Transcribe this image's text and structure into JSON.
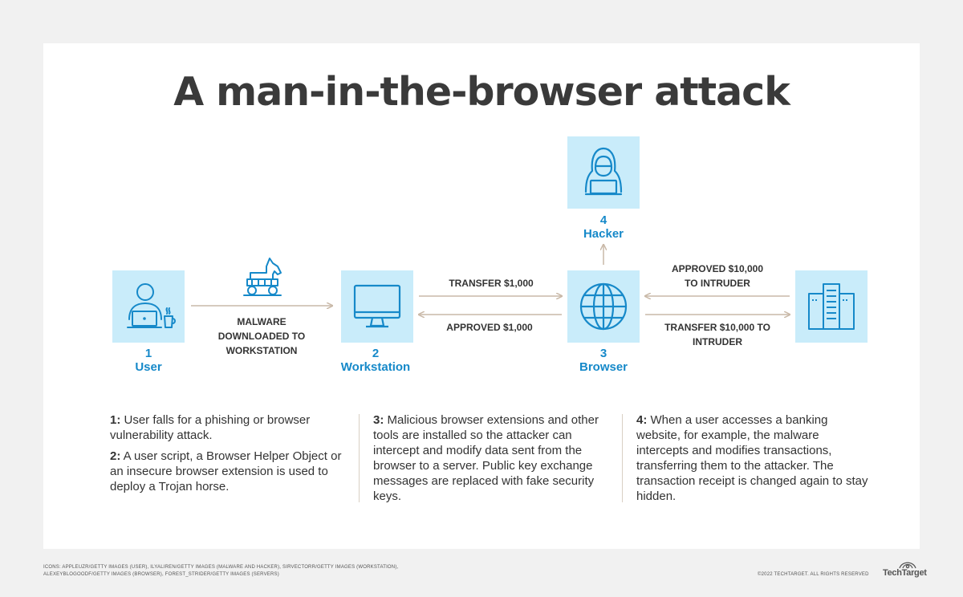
{
  "title": "A man-in-the-browser attack",
  "nodes": {
    "user": {
      "num": "1",
      "name": "User",
      "icon": "user-laptop-icon"
    },
    "workstation": {
      "num": "2",
      "name": "Workstation",
      "icon": "monitor-icon"
    },
    "browser": {
      "num": "3",
      "name": "Browser",
      "icon": "globe-icon"
    },
    "hacker": {
      "num": "4",
      "name": "Hacker",
      "icon": "hooded-hacker-icon"
    },
    "server": {
      "icon": "servers-icon"
    },
    "malware": {
      "icon": "trojan-horse-icon"
    }
  },
  "edges": {
    "malware_line1": "MALWARE",
    "malware_line2": "DOWNLOADED TO",
    "malware_line3": "WORKSTATION",
    "transfer": "TRANSFER $1,000",
    "approved": "APPROVED $1,000",
    "approved_intruder_line1": "APPROVED  $10,000",
    "approved_intruder_line2": "TO INTRUDER",
    "transfer_intruder_line1": "TRANSFER  $10,000 TO",
    "transfer_intruder_line2": "INTRUDER"
  },
  "steps": {
    "s1_num": "1:",
    "s1_text": " User falls for a phishing or browser vulnerability attack.",
    "s2_num": "2:",
    "s2_text": " A user script, a Browser Helper Object or an insecure browser extension is used to deploy a Trojan horse.",
    "s3_num": "3:",
    "s3_text": " Malicious browser extensions and other tools are installed so the attacker can intercept and modify data sent from the browser to a server. Public key exchange messages are replaced with fake security keys.",
    "s4_num": "4:",
    "s4_text": " When a user accesses a banking website, for example, the malware intercepts and modifies transactions, transferring them to the attacker. The transaction receipt is changed again to stay hidden."
  },
  "footer": {
    "credits_line1": "ICONS: APPLEUZR/GETTY IMAGES (USER), ILYALIREN/GETTY IMAGES (MALWARE AND HACKER), SIRVECTORR/GETTY IMAGES (WORKSTATION),",
    "credits_line2": "ALEXEYBLOGOODF/GETTY IMAGES (BROWSER), FOREST_STRIDER/GETTY IMAGES (SERVERS)",
    "copyright": "©2022 TECHTARGET. ALL RIGHTS RESERVED",
    "brand": "TechTarget"
  },
  "colors": {
    "accent": "#1689c9",
    "icon_bg": "#c9ecfa",
    "arrow": "#c9b9a8",
    "title": "#3a3a3a"
  }
}
